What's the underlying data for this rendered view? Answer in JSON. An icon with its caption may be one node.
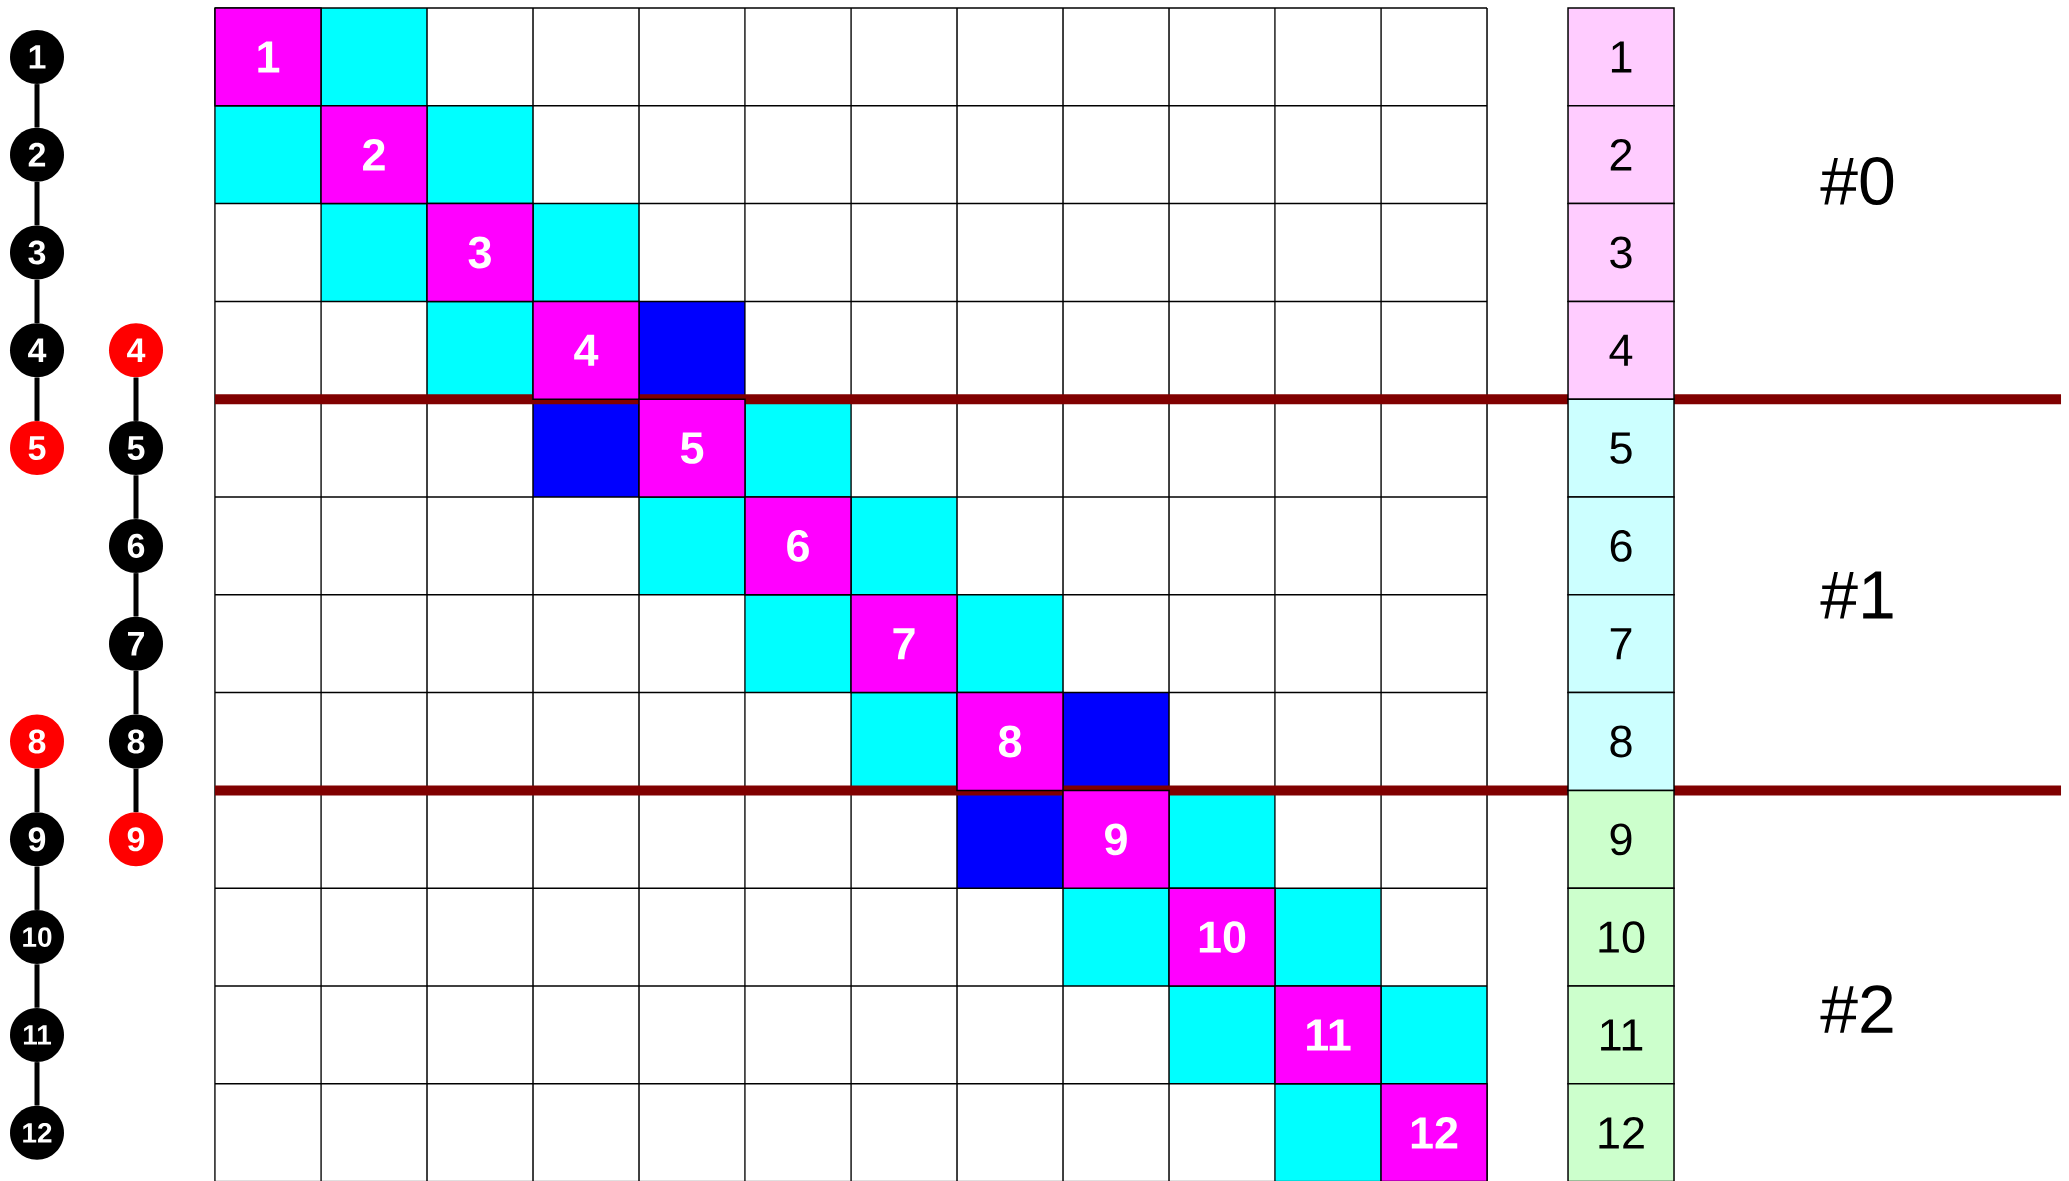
{
  "diagram": {
    "nodes": [
      {
        "text": [
          "1"
        ]
      },
      {
        "text": [
          "2"
        ]
      },
      {
        "text": [
          "3"
        ]
      },
      {
        "text": [
          "4"
        ]
      },
      {
        "text": [
          "5"
        ]
      },
      {
        "text": [
          "8"
        ]
      },
      {
        "text": [
          "9"
        ]
      },
      {
        "text": [
          "10"
        ]
      },
      {
        "text": [
          "11"
        ]
      },
      {
        "text": [
          "12"
        ]
      },
      {
        "text": [
          "4"
        ]
      },
      {
        "text": [
          "5"
        ]
      },
      {
        "text": [
          "6"
        ]
      },
      {
        "text": [
          "7"
        ]
      },
      {
        "text": [
          "8"
        ]
      },
      {
        "text": [
          "9"
        ]
      }
    ],
    "edges": [
      {
        "from": 0,
        "to": 1,
        "arrow": "none"
      },
      {
        "from": 1,
        "to": 2,
        "arrow": "none"
      },
      {
        "from": 2,
        "to": 3,
        "arrow": "none"
      },
      {
        "from": 3,
        "to": 4,
        "arrow": "none"
      },
      {
        "from": 5,
        "to": 6,
        "arrow": "none"
      },
      {
        "from": 6,
        "to": 7,
        "arrow": "none"
      },
      {
        "from": 7,
        "to": 8,
        "arrow": "none"
      },
      {
        "from": 8,
        "to": 9,
        "arrow": "none"
      },
      {
        "from": 10,
        "to": 11,
        "arrow": "none"
      },
      {
        "from": 11,
        "to": 12,
        "arrow": "none"
      },
      {
        "from": 12,
        "to": 13,
        "arrow": "none"
      },
      {
        "from": 13,
        "to": 14,
        "arrow": "none"
      },
      {
        "from": 14,
        "to": 15,
        "arrow": "none"
      }
    ],
    "labels": [
      "1",
      "2",
      "3",
      "4",
      "5",
      "6",
      "7",
      "8",
      "9",
      "10",
      "11",
      "12",
      "1",
      "2",
      "3",
      "4",
      "5",
      "6",
      "7",
      "8",
      "9",
      "10",
      "11",
      "12",
      "#0",
      "#1",
      "#2"
    ]
  }
}
